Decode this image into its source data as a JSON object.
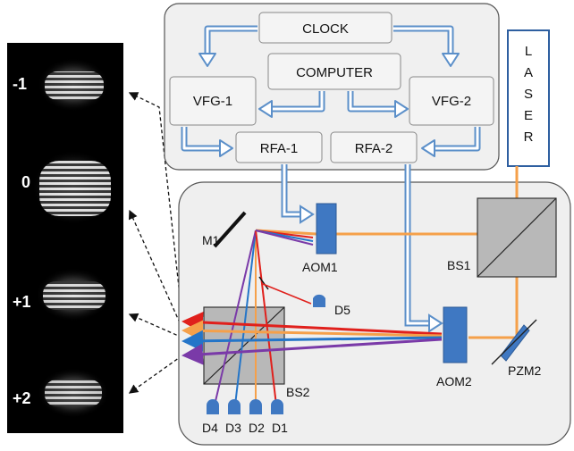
{
  "orders": [
    "-1",
    "0",
    "+1",
    "+2"
  ],
  "control": {
    "clock": "CLOCK",
    "computer": "COMPUTER",
    "vfg1": "VFG-1",
    "vfg2": "VFG-2",
    "rfa1": "RFA-1",
    "rfa2": "RFA-2"
  },
  "laser_letters": [
    "L",
    "A",
    "S",
    "E",
    "R"
  ],
  "optics": {
    "m1": "M1",
    "aom1": "AOM1",
    "bs1": "BS1",
    "d5": "D5",
    "bs2": "BS2",
    "aom2": "AOM2",
    "pzm2": "PZM2",
    "d4": "D4",
    "d3": "D3",
    "d2": "D2",
    "d1": "D1"
  },
  "colors": {
    "laser_beam": "#f5a04a",
    "red_beam": "#e0201c",
    "blue_beam": "#2475c8",
    "purple_beam": "#7a3aa8",
    "component": "#3f78c2",
    "signal_arrow": "#5b8fc9",
    "panel_bg": "#f0f0f0"
  }
}
